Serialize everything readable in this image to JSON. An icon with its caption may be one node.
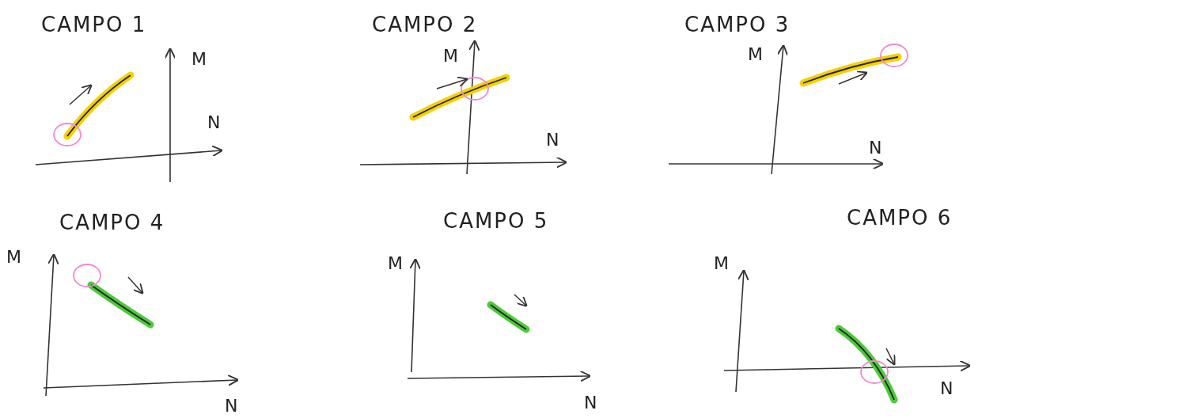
{
  "diagram": {
    "labels": [
      "CAMPO 1",
      "M",
      "N",
      "CAMPO 2",
      "M",
      "N",
      "CAMPO 3",
      "M",
      "N",
      "CAMPO 4",
      "M",
      "N",
      "CAMPO 5",
      "M",
      "N",
      "CAMPO 6",
      "M",
      "N"
    ]
  }
}
